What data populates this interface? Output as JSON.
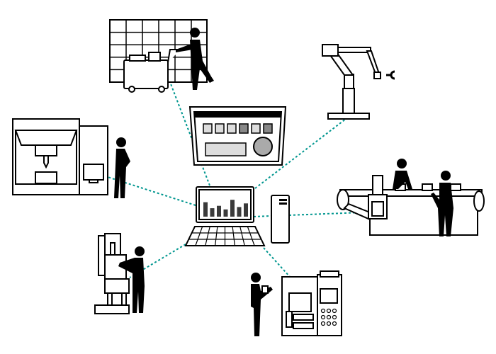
{
  "diagram": {
    "type": "connected-factory-network",
    "hub": "laptop-with-bar-chart",
    "nodes": [
      "control-panel",
      "whiteboard-worker",
      "robot-arm",
      "3d-printer-operator",
      "conveyor-workers",
      "server-tower",
      "cnc-machine-operator",
      "drill-press-operator"
    ],
    "hub_chart_bars": [
      0.6,
      0.35,
      0.45,
      0.3,
      0.7,
      0.4,
      0.55
    ]
  },
  "colors": {
    "link": "#00968f",
    "ink": "#000000",
    "panel_fill": "#dcdcdc",
    "bar_fill": "#3a3a3a"
  }
}
